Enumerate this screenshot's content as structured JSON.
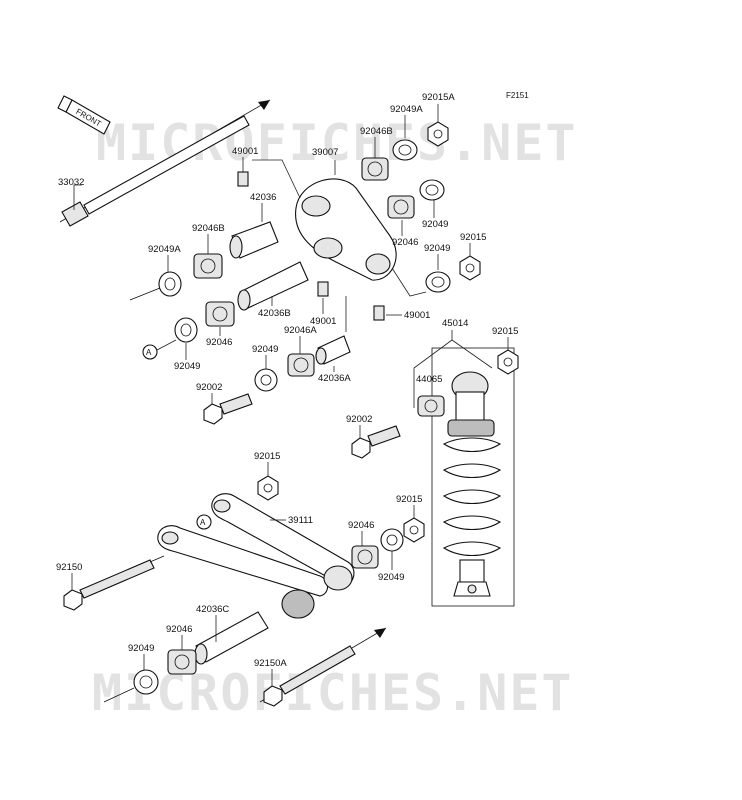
{
  "figure_code": "F2151",
  "front_label": "FRONT",
  "watermark": "MICROFICHES.NET",
  "ref_marker": "A",
  "labels": {
    "p33032": "33032",
    "p92049A_top": "92049A",
    "p92015A": "92015A",
    "p92046B_top": "92046B",
    "p49001_top": "49001",
    "p39007": "39007",
    "p42036": "42036",
    "p92046B": "92046B",
    "p92049A_left": "92049A",
    "p92046_mid": "92046",
    "p92049_r1": "92049",
    "p92049_r2": "92049",
    "p92015_r": "92015",
    "p42036B": "42036B",
    "p49001_mid": "49001",
    "p49001_right": "49001",
    "p92046_left": "92046",
    "p92049_left": "92049",
    "p92046A": "92046A",
    "p92049_mid": "92049",
    "p42036A": "42036A",
    "p92002_top": "92002",
    "p45014": "45014",
    "p92015_shock": "92015",
    "p44065": "44065",
    "p92002_mid": "92002",
    "p92015_low": "92015",
    "p39111": "39111",
    "p92015_low2": "92015",
    "p92046_low": "92046",
    "p92049_low": "92049",
    "p92150": "92150",
    "p42036C": "42036C",
    "p92046_bot": "92046",
    "p92049_bot": "92049",
    "p92150A": "92150A"
  }
}
